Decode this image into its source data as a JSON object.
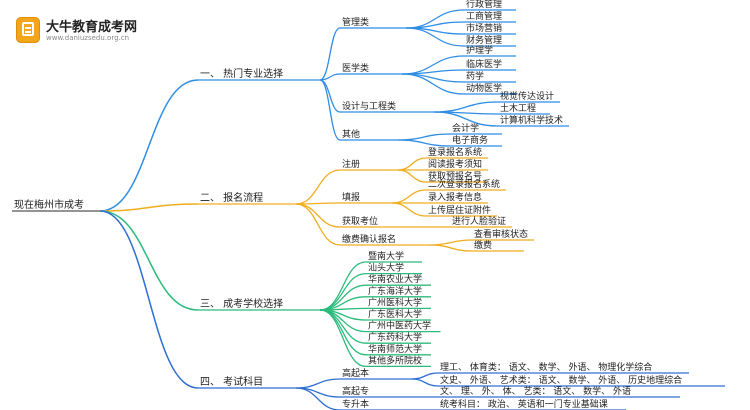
{
  "brand": {
    "name": "大牛教育成考网",
    "url": "www.daniuzsedu.org.cn"
  },
  "root": "现在梅州市成考",
  "colors": {
    "branch1": "#2f8de4",
    "branch2": "#f0ad1e",
    "branch3": "#2bbb7c",
    "branch4": "#2f6fd4",
    "node": "#5a6fc8"
  },
  "branches": [
    {
      "label": "一、 热门专业选择",
      "groups": [
        {
          "label": "管理类",
          "items": [
            "行政管理",
            "工商管理",
            "市场营销",
            "财务管理"
          ]
        },
        {
          "label": "医学类",
          "items": [
            "护理学",
            "临床医学",
            "药学",
            "动物医学"
          ]
        },
        {
          "label": "设计与工程类",
          "items": [
            "视觉传达设计",
            "土木工程",
            "计算机科学技术"
          ]
        },
        {
          "label": "其他",
          "items": [
            "会计学",
            "电子商务"
          ]
        }
      ]
    },
    {
      "label": "二、 报名流程",
      "groups": [
        {
          "label": "注册",
          "items": [
            "登录报名系统",
            "阅读报考须知",
            "获取预报名号"
          ]
        },
        {
          "label": "填报",
          "items": [
            "二次登录报名系统",
            "录入报考信息",
            "上传居住证附件"
          ]
        },
        {
          "label": "获取考位",
          "items": [
            "进行人脸验证"
          ]
        },
        {
          "label": "缴费确认报名",
          "items": [
            "查看审核状态",
            "缴费"
          ]
        }
      ]
    },
    {
      "label": "三、 成考学校选择",
      "items": [
        "暨南大学",
        "汕头大学",
        "华南农业大学",
        "广东海洋大学",
        "广州医科大学",
        "广东医科大学",
        "广州中医药大学",
        "广东药科大学",
        "华南师范大学",
        "其他多所院校"
      ]
    },
    {
      "label": "四、 考试科目",
      "groups": [
        {
          "label": "高起本",
          "items": [
            "理工、 体育类： 语文、 数学、 外语、 物理化学综合",
            "文史、 外语、 艺术类： 语文、 数学、 外语、 历史地理综合"
          ]
        },
        {
          "label": "高起专",
          "items": [
            "文、 理、 外、 体、 艺类： 语文、 数学、 外语"
          ]
        },
        {
          "label": "专升本",
          "items": [
            "统考科目： 政治、 英语和一门专业基础课"
          ]
        }
      ]
    }
  ]
}
